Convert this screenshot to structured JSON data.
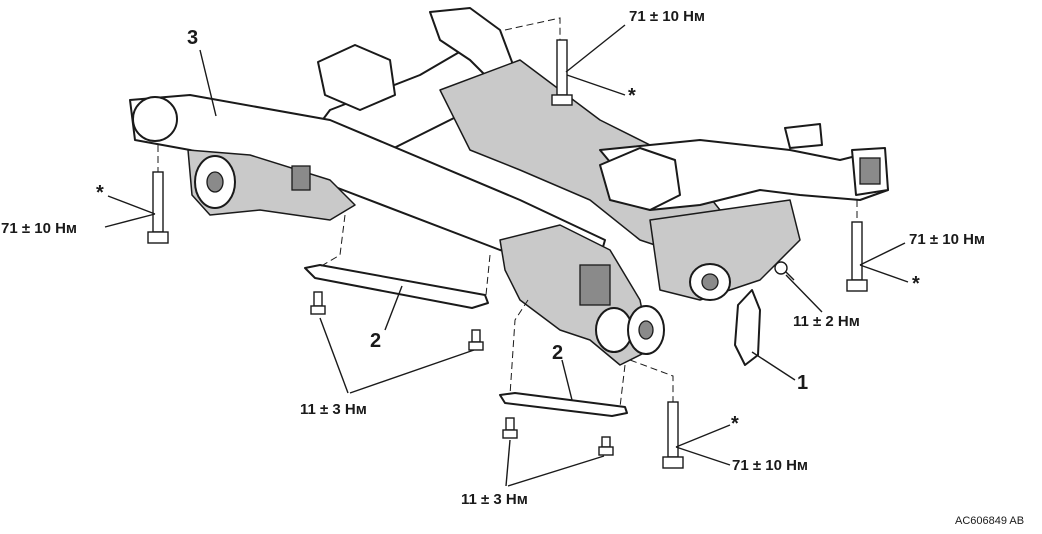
{
  "diagram": {
    "reference_code": "AC606849 AB",
    "torque_labels": {
      "top_bolt": "71 ± 10 Нм",
      "left_bolt": "71 ± 10 Нм",
      "right_bolt": "71 ± 10 Нм",
      "bottom_bolt": "71 ± 10 Нм",
      "bracket_bolt": "11 ± 2 Нм",
      "brace_left_bolts": "11 ± 3 Нм",
      "brace_bottom_bolts": "11 ± 3 Нм"
    },
    "callouts": {
      "subframe": "3",
      "brace_left": "2",
      "brace_bottom": "2",
      "bracket": "1"
    },
    "asterisk_marks": {
      "top_bolt": "*",
      "left_bolt": "*",
      "right_bolt": "*",
      "bottom_bolt": "*"
    }
  }
}
